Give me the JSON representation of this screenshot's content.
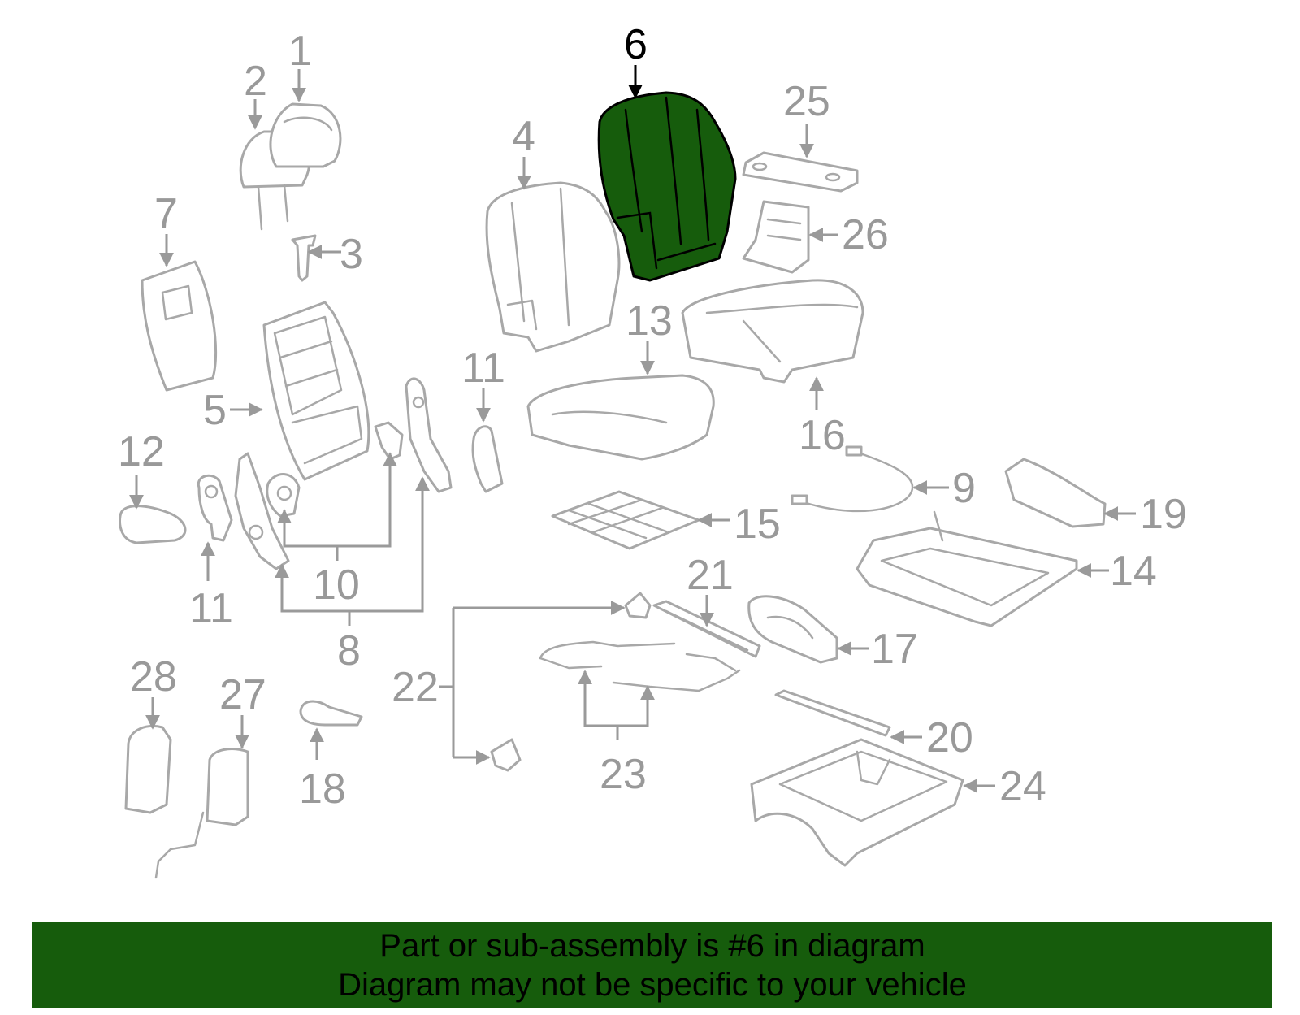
{
  "highlight": {
    "part_number": "6",
    "color": "#165c0c"
  },
  "callouts": {
    "c1": "1",
    "c2": "2",
    "c3": "3",
    "c4": "4",
    "c5": "5",
    "c6": "6",
    "c7": "7",
    "c8": "8",
    "c9": "9",
    "c10": "10",
    "c11a": "11",
    "c11b": "11",
    "c12": "12",
    "c13": "13",
    "c14": "14",
    "c15": "15",
    "c16": "16",
    "c17": "17",
    "c18": "18",
    "c19": "19",
    "c20": "20",
    "c21": "21",
    "c22": "22",
    "c23": "23",
    "c24": "24",
    "c25": "25",
    "c26": "26",
    "c27": "27",
    "c28": "28"
  },
  "banner": {
    "line1": "Part or sub-assembly is #6 in diagram",
    "line2": "Diagram may not be specific to your vehicle"
  }
}
